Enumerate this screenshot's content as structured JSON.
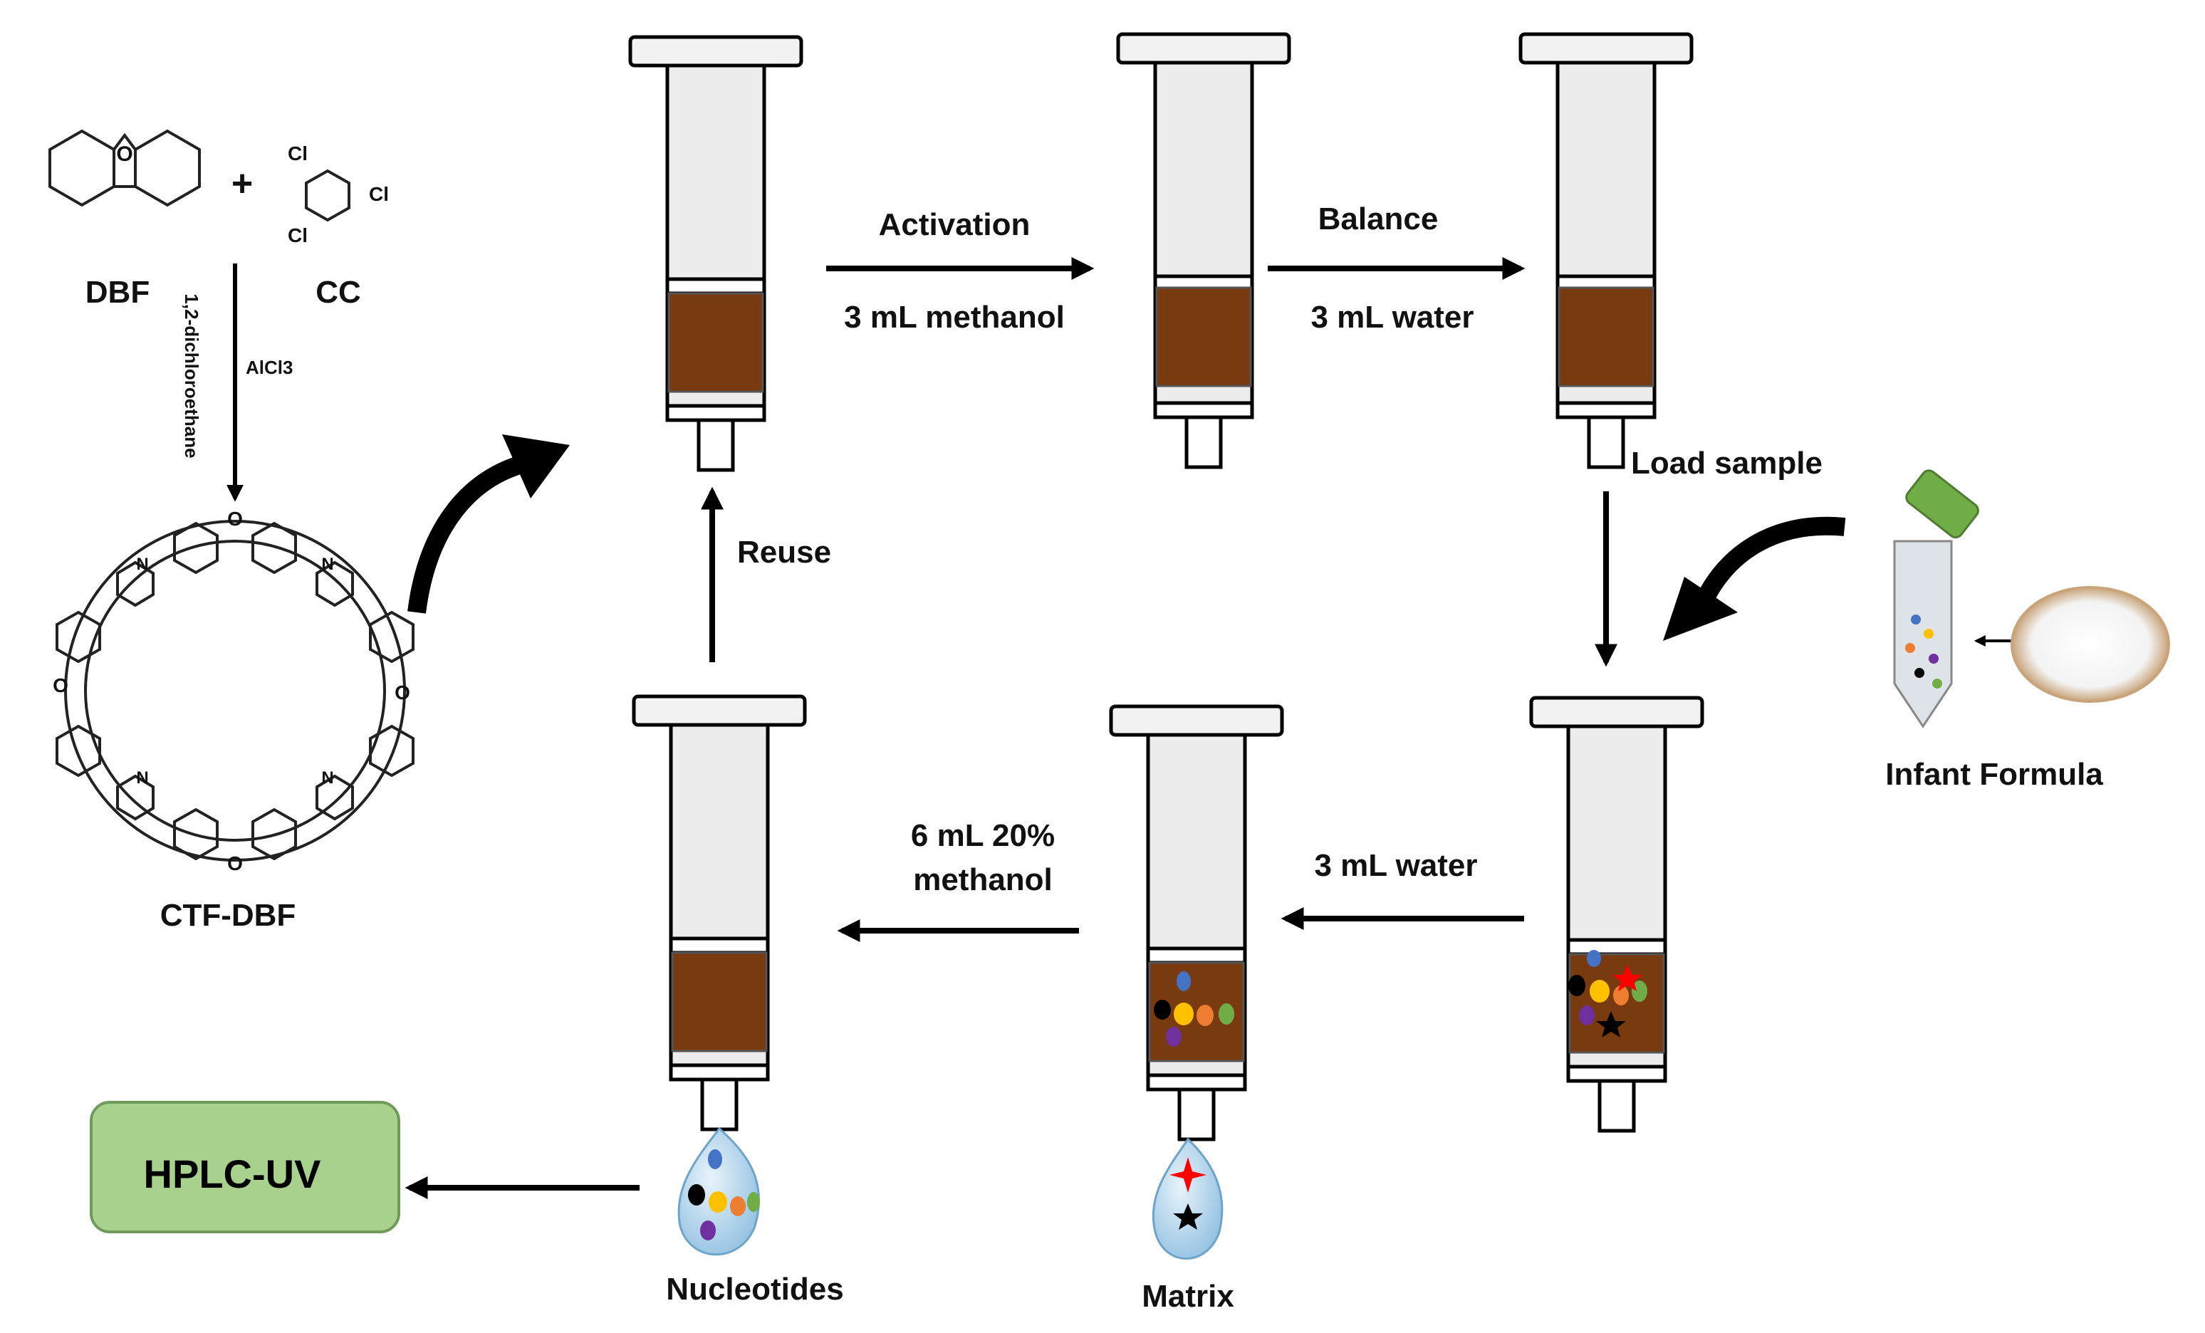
{
  "reaction": {
    "reagent_1": "DBF",
    "plus": "+",
    "reagent_2": "CC",
    "solvent": "1,2-dichloroethane",
    "catalyst": "AlCl3",
    "product": "CTF-DBF",
    "atoms": {
      "O": "O",
      "N": "N",
      "Cl": "Cl"
    }
  },
  "steps": {
    "activation": "Activation",
    "activation_volume": "3 mL  methanol",
    "balance": "Balance",
    "balance_volume": "3 mL  water",
    "load_sample": "Load sample",
    "wash": "3 mL  water",
    "elution_line1": "6 mL  20%",
    "elution_line2": "methanol",
    "reuse": "Reuse"
  },
  "sample": {
    "label": "Infant Formula"
  },
  "outputs": {
    "detector": "HPLC-UV",
    "nucleotides": "Nucleotides",
    "matrix": "Matrix"
  },
  "colors": {
    "sorbent": "#7a3a10",
    "syringe_body": "#eeeeee",
    "hplc_fill": "#a9d18e",
    "hplc_border": "#6e9b5b",
    "tube_cap": "#70ad47",
    "droplet": "#a8cde8",
    "dot_black": "#000000",
    "dot_yellow": "#ffc000",
    "dot_orange": "#ed7d31",
    "dot_green": "#70ad47",
    "dot_blue": "#4472c4",
    "dot_purple": "#7030a0",
    "star_red": "#ff0000"
  }
}
